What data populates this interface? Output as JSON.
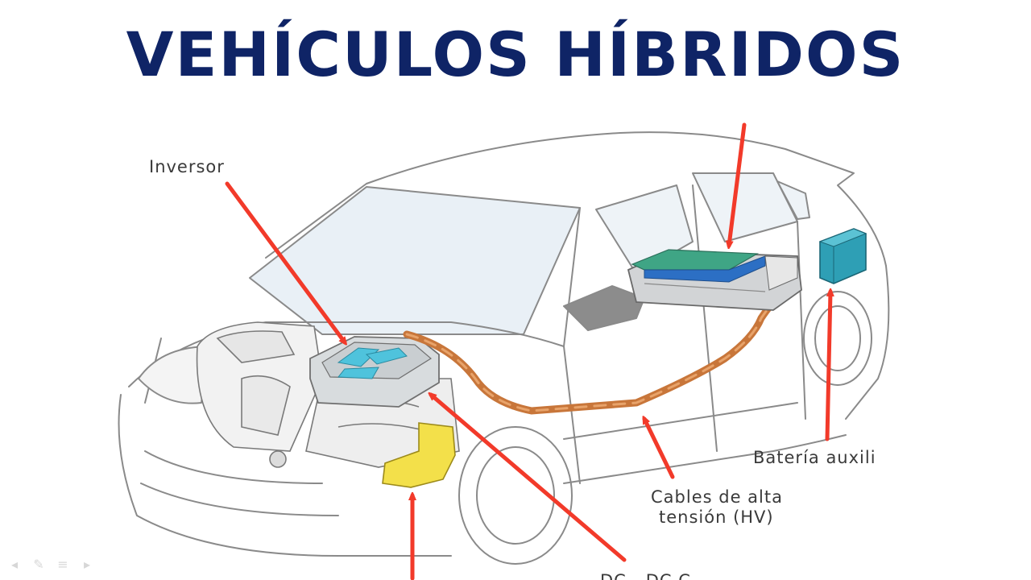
{
  "slide": {
    "title": "VEHÍCULOS HÍBRIDOS"
  },
  "diagram": {
    "labels": {
      "inversor": "Inversor",
      "bateria_auxiliar": "Batería auxili",
      "cables_line1": "Cables de alta",
      "cables_line2": "tensión (HV)",
      "bottom_partial": "DC - DC C"
    }
  },
  "colors": {
    "title": "#0f2466",
    "arrow": "#f23a2a",
    "cable": "#c8763a",
    "inverter": "#4fc3dc",
    "battery_green": "#3fa585",
    "battery_blue": "#2c6fc4",
    "aux_battery": "#2e9fb5",
    "yellow_part": "#f3e04a"
  },
  "controls": {
    "prev_icon": "◂",
    "pen_icon": "✎",
    "menu_icon": "≡",
    "next_icon": "▸"
  }
}
